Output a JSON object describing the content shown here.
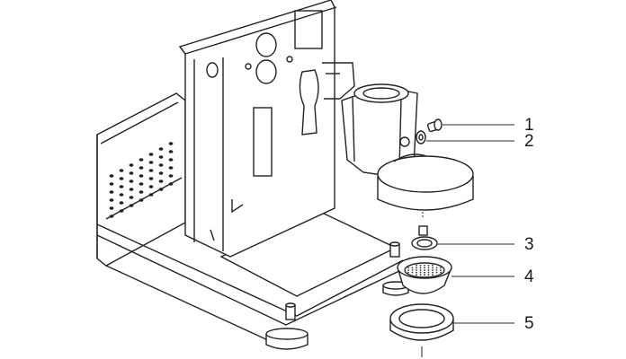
{
  "callouts": [
    {
      "number": "1",
      "part": "screw"
    },
    {
      "number": "2",
      "part": "washer"
    },
    {
      "number": "3",
      "part": "o-ring"
    },
    {
      "number": "4",
      "part": "shower-screen"
    },
    {
      "number": "5",
      "part": "group-gasket"
    }
  ],
  "colors": {
    "line": "#222222",
    "background": "#ffffff",
    "leader": "#555555"
  }
}
